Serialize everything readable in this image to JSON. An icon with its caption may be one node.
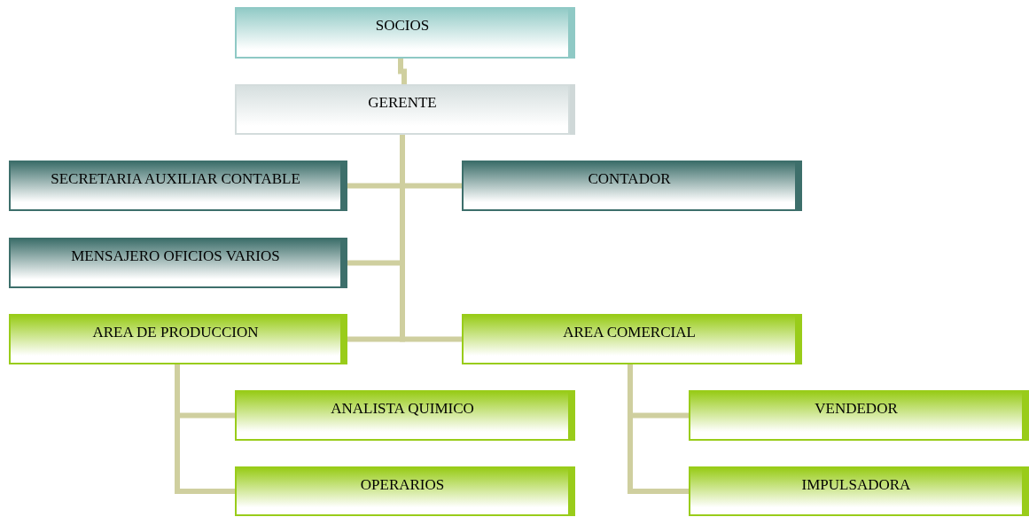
{
  "diagram": {
    "nodes": [
      {
        "text": [
          "SOCIOS"
        ]
      },
      {
        "text": [
          "GERENTE"
        ]
      },
      {
        "text": [
          "SECRETARIA AUXILIAR CONTABLE"
        ]
      },
      {
        "text": [
          "CONTADOR"
        ]
      },
      {
        "text": [
          "MENSAJERO OFICIOS VARIOS"
        ]
      },
      {
        "text": [
          "AREA DE PRODUCCION"
        ]
      },
      {
        "text": [
          "AREA COMERCIAL"
        ]
      },
      {
        "text": [
          "ANALISTA QUIMICO"
        ]
      },
      {
        "text": [
          "OPERARIOS"
        ]
      },
      {
        "text": [
          "VENDEDOR"
        ]
      },
      {
        "text": [
          "IMPULSADORA"
        ]
      }
    ],
    "edges": [
      {
        "from": 0,
        "to": 1,
        "arrow": "none"
      },
      {
        "from": 1,
        "to": 2,
        "arrow": "none"
      },
      {
        "from": 1,
        "to": 3,
        "arrow": "none"
      },
      {
        "from": 1,
        "to": 4,
        "arrow": "none"
      },
      {
        "from": 1,
        "to": 5,
        "arrow": "none"
      },
      {
        "from": 1,
        "to": 6,
        "arrow": "none"
      },
      {
        "from": 5,
        "to": 7,
        "arrow": "none"
      },
      {
        "from": 5,
        "to": 8,
        "arrow": "none"
      },
      {
        "from": 6,
        "to": 9,
        "arrow": "none"
      },
      {
        "from": 6,
        "to": 10,
        "arrow": "none"
      }
    ]
  }
}
